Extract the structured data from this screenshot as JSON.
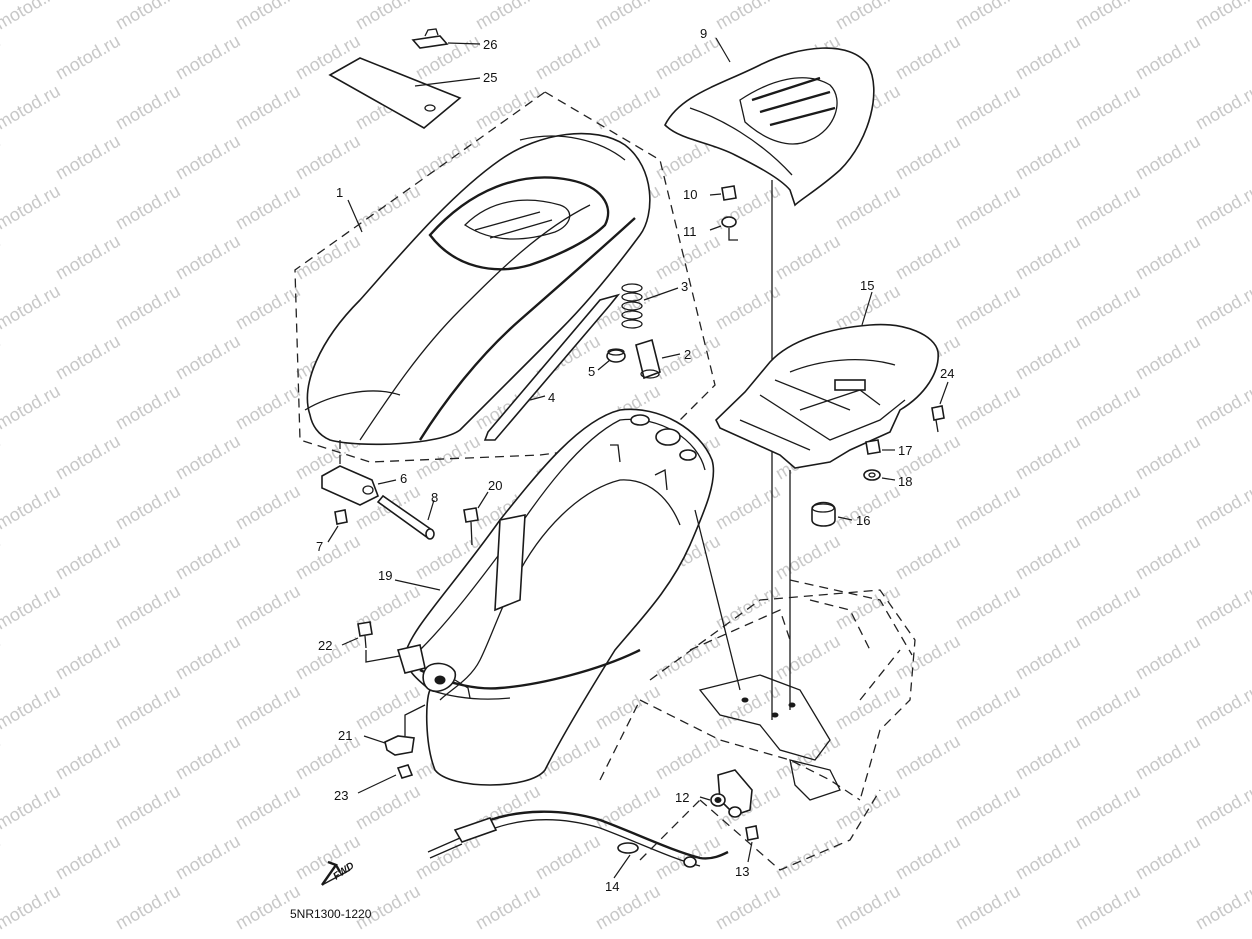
{
  "diagram_code": "5NR1300-1220",
  "direction_marker": "FWD",
  "watermark_text": "motod.ru",
  "part_labels": {
    "p1": "1",
    "p2": "2",
    "p3": "3",
    "p4": "4",
    "p5": "5",
    "p6": "6",
    "p7": "7",
    "p8": "8",
    "p9": "9",
    "p10": "10",
    "p11": "11",
    "p12": "12",
    "p13": "13",
    "p14": "14",
    "p15": "15",
    "p16": "16",
    "p17": "17",
    "p18": "18",
    "p19": "19",
    "p20": "20",
    "p21": "21",
    "p22": "22",
    "p23": "23",
    "p24": "24",
    "p25": "25",
    "p26": "26"
  },
  "colors": {
    "line": "#1a1a1a",
    "background": "#ffffff",
    "watermark": "#c8c8c8"
  }
}
